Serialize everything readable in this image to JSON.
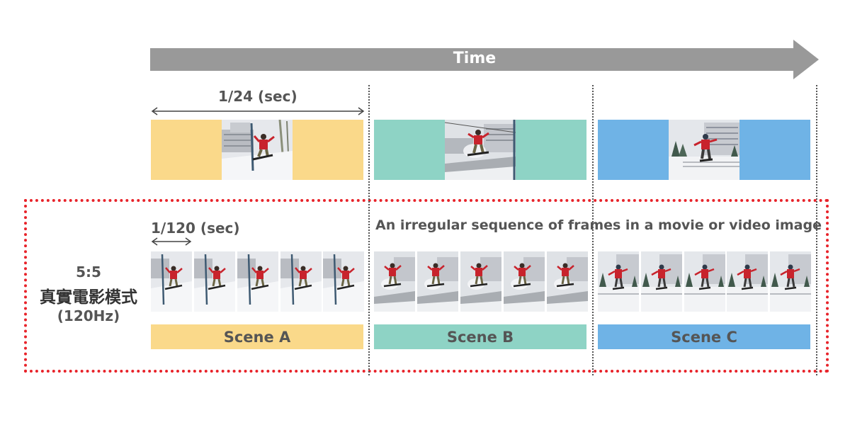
{
  "time_label": "Time",
  "interval_24": "1/24 (sec)",
  "interval_120": "1/120 (sec)",
  "irregular_caption": "An irregular sequence of frames in a movie or video image",
  "mode": {
    "ratio": "5:5",
    "name": "真實電影模式",
    "hz": "(120Hz)"
  },
  "scenes": [
    {
      "label": "Scene A",
      "color": "#fad98a"
    },
    {
      "label": "Scene B",
      "color": "#8ed3c5"
    },
    {
      "label": "Scene C",
      "color": "#6fb3e6"
    }
  ],
  "colors": {
    "arrow": "#999999",
    "dots": "#e8232a",
    "divider": "#555555"
  }
}
